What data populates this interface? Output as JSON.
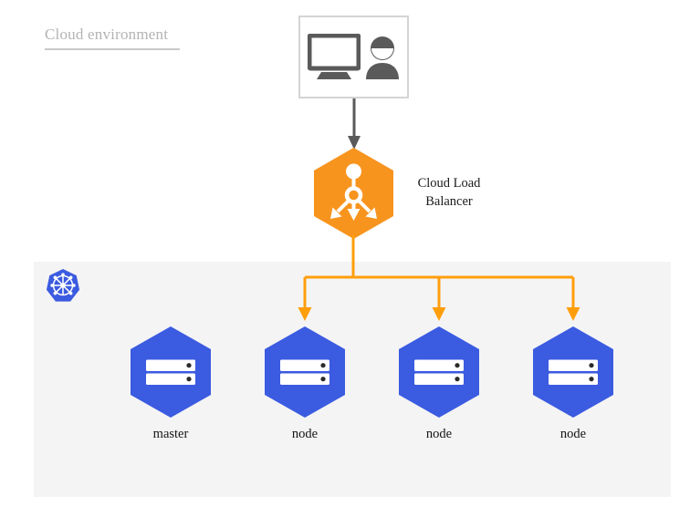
{
  "diagram": {
    "section_title": "Cloud environment",
    "colors": {
      "hexagon_blue": "#3B5BE0",
      "load_balancer_orange": "#F7941E",
      "connector_orange": "#FF9E0D",
      "panel_background": "#F4F4F5",
      "client_box_border": "#D4D4D4",
      "client_icon_gray": "#5A5A5A",
      "client_arrow_gray": "#5A5A5A",
      "title_gray": "#B3B3B3",
      "kubernetes_blue": "#3B5BE0"
    },
    "client": {
      "name": "client-workstation",
      "icons": [
        "monitor-icon",
        "user-icon"
      ]
    },
    "load_balancer": {
      "label_line1": "Cloud Load",
      "label_line2": "Balancer",
      "icon": "load-balancer-distribute-icon",
      "shape": "hexagon"
    },
    "cluster": {
      "logo": "kubernetes-logo",
      "nodes": [
        {
          "label": "master",
          "icon": "server-rack-icon",
          "receives_traffic": false
        },
        {
          "label": "node",
          "icon": "server-rack-icon",
          "receives_traffic": true
        },
        {
          "label": "node",
          "icon": "server-rack-icon",
          "receives_traffic": true
        },
        {
          "label": "node",
          "icon": "server-rack-icon",
          "receives_traffic": true
        }
      ]
    },
    "connectors": [
      {
        "from": "client-workstation",
        "to": "load-balancer",
        "style": "gray-arrow-down"
      },
      {
        "from": "load-balancer",
        "to": "node-1",
        "style": "orange-arrow-down"
      },
      {
        "from": "load-balancer",
        "to": "node-2",
        "style": "orange-arrow-down"
      },
      {
        "from": "load-balancer",
        "to": "node-3",
        "style": "orange-arrow-down"
      }
    ]
  }
}
